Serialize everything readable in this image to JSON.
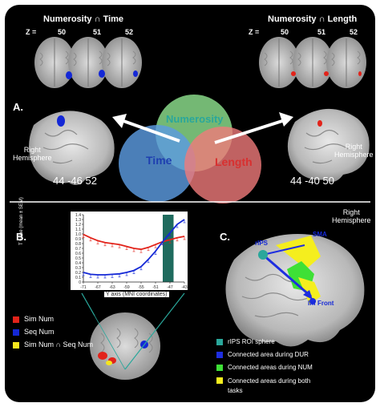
{
  "panel_top": {
    "left_title": "Numerosity ∩ Time",
    "right_title": "Numerosity ∩ Length",
    "z_label": "Z =",
    "slices": [
      "50",
      "51",
      "52"
    ],
    "label": "A.",
    "hemisphere": "Right\nHemisphere",
    "left_coords": "44 -46 52",
    "right_coords": "44 -40 50",
    "venn": {
      "top": "Numerosity",
      "left": "Time",
      "right": "Length"
    }
  },
  "panel_b": {
    "label": "B.",
    "legend": [
      "Sim Num",
      "Seq Num",
      "Sim Num ∩ Seq Num"
    ],
    "legend_colors": [
      "#e2231a",
      "#1428d6",
      "#f5e61e"
    ]
  },
  "panel_c": {
    "label": "C.",
    "hemisphere": "Right\nHemisphere",
    "region_labels": [
      "rIPS",
      "SMA",
      "Inf Front"
    ],
    "legend": [
      "rIPS ROI sphere",
      "Connected area during DUR",
      "Connected areas during NUM",
      "Connected areas during both tasks"
    ],
    "legend_colors": [
      "#2aa79b",
      "#1e2ee0",
      "#3ee036",
      "#f5ee1e"
    ]
  },
  "chart_data": {
    "type": "line",
    "title": "",
    "xlabel": "Y axis (MNI coordinates)",
    "ylabel": "T value (mean ± SEM)",
    "x": [
      -71,
      -69,
      -67,
      -65,
      -63,
      -61,
      -59,
      -57,
      -55,
      -53,
      -51,
      -49,
      -47,
      -45,
      -43
    ],
    "x_ticks": [
      "-71",
      "-67",
      "-63",
      "-59",
      "-55",
      "-51",
      "-47",
      "-43"
    ],
    "y_ticks": [
      "0",
      "0.1",
      "0.2",
      "0.3",
      "0.4",
      "0.5",
      "0.6",
      "0.7",
      "0.8",
      "0.9",
      "1.0",
      "1.1",
      "1.2",
      "1.3",
      "1.4"
    ],
    "ylim": [
      0,
      1.4
    ],
    "xlim": [
      -71,
      -43
    ],
    "highlight_range": [
      -49,
      -46
    ],
    "series": [
      {
        "color": "#e2231a",
        "values": [
          0.99,
          0.92,
          0.86,
          0.82,
          0.8,
          0.78,
          0.74,
          0.7,
          0.68,
          0.72,
          0.78,
          0.84,
          0.88,
          0.92,
          0.95
        ]
      },
      {
        "color": "#1428d6",
        "values": [
          0.2,
          0.16,
          0.15,
          0.15,
          0.16,
          0.17,
          0.2,
          0.24,
          0.32,
          0.47,
          0.64,
          0.84,
          1.02,
          1.2,
          1.3
        ]
      }
    ]
  }
}
